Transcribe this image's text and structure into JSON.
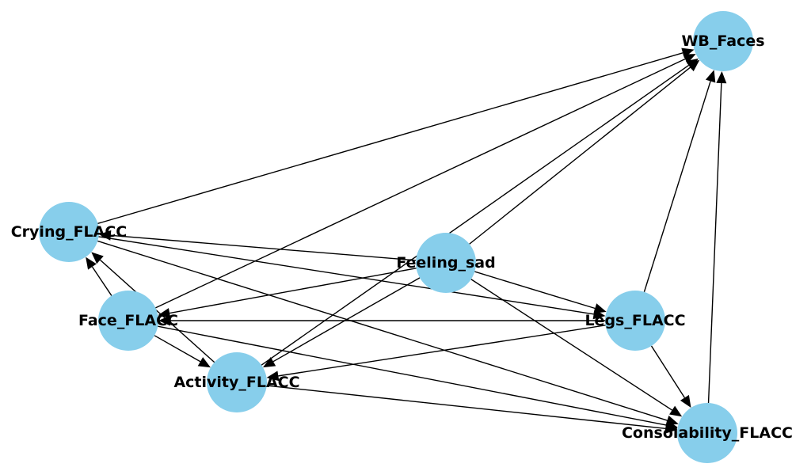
{
  "diagram": {
    "type": "directed-graph",
    "colors": {
      "node_fill": "#87CEEB",
      "edge": "#000000",
      "label": "#000000",
      "background": "#ffffff"
    },
    "nodes": [
      {
        "id": "WB_Faces",
        "label": "WB_Faces"
      },
      {
        "id": "Crying_FLACC",
        "label": "Crying_FLACC"
      },
      {
        "id": "Feeling_sad",
        "label": "Feeling_sad"
      },
      {
        "id": "Face_FLACC",
        "label": "Face_FLACC"
      },
      {
        "id": "Legs_FLACC",
        "label": "Legs_FLACC"
      },
      {
        "id": "Activity_FLACC",
        "label": "Activity_FLACC"
      },
      {
        "id": "Consolability_FLACC",
        "label": "Consolability_FLACC"
      }
    ],
    "edges": [
      {
        "source": "Crying_FLACC",
        "target": "WB_Faces"
      },
      {
        "source": "Crying_FLACC",
        "target": "Legs_FLACC"
      },
      {
        "source": "Crying_FLACC",
        "target": "Consolability_FLACC"
      },
      {
        "source": "Face_FLACC",
        "target": "WB_Faces"
      },
      {
        "source": "Face_FLACC",
        "target": "Crying_FLACC"
      },
      {
        "source": "Face_FLACC",
        "target": "Activity_FLACC"
      },
      {
        "source": "Face_FLACC",
        "target": "Consolability_FLACC"
      },
      {
        "source": "Feeling_sad",
        "target": "WB_Faces"
      },
      {
        "source": "Feeling_sad",
        "target": "Crying_FLACC"
      },
      {
        "source": "Feeling_sad",
        "target": "Face_FLACC"
      },
      {
        "source": "Feeling_sad",
        "target": "Legs_FLACC"
      },
      {
        "source": "Feeling_sad",
        "target": "Activity_FLACC"
      },
      {
        "source": "Feeling_sad",
        "target": "Consolability_FLACC"
      },
      {
        "source": "Activity_FLACC",
        "target": "WB_Faces"
      },
      {
        "source": "Activity_FLACC",
        "target": "Crying_FLACC"
      },
      {
        "source": "Activity_FLACC",
        "target": "Consolability_FLACC"
      },
      {
        "source": "Legs_FLACC",
        "target": "WB_Faces"
      },
      {
        "source": "Legs_FLACC",
        "target": "Face_FLACC"
      },
      {
        "source": "Legs_FLACC",
        "target": "Activity_FLACC"
      },
      {
        "source": "Legs_FLACC",
        "target": "Consolability_FLACC"
      },
      {
        "source": "Consolability_FLACC",
        "target": "WB_Faces"
      }
    ]
  }
}
